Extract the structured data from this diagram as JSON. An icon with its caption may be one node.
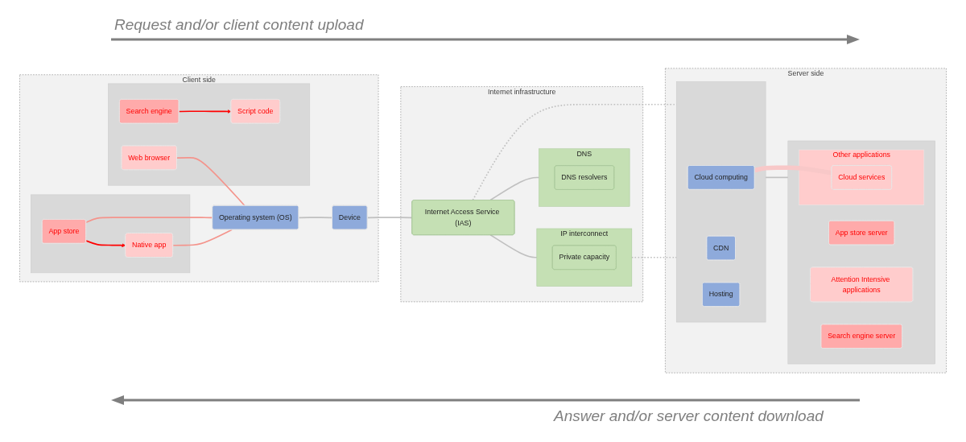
{
  "diagram": {
    "nodes": [
      {
        "text": [
          "Client side"
        ]
      },
      {
        "text": [],
        "shape": "box",
        "in": 0
      },
      {
        "text": [
          "App store"
        ],
        "in": 1
      },
      {
        "text": [
          "Native app"
        ],
        "in": 1
      },
      {
        "text": [],
        "shape": "box",
        "in": 0
      },
      {
        "text": [
          "Script code"
        ],
        "in": 4
      },
      {
        "text": [
          "Search engine"
        ],
        "in": 4
      },
      {
        "text": [
          "Web browser"
        ],
        "in": 4
      },
      {
        "text": [
          "Operating system (OS)"
        ],
        "in": 0
      },
      {
        "text": [
          "Device"
        ],
        "in": 0
      },
      {
        "text": [
          "Internet infrastructure"
        ]
      },
      {
        "text": [
          "DNS"
        ],
        "in": 10
      },
      {
        "text": [
          "DNS resolvers"
        ],
        "in": 11
      },
      {
        "text": [
          "Internet Access Service (IAS)"
        ],
        "in": 10
      },
      {
        "text": [
          "IP interconnect"
        ],
        "in": 10
      },
      {
        "text": [
          "Private capacity"
        ],
        "in": 14
      },
      {
        "text": [
          "Server side"
        ]
      },
      {
        "text": [],
        "shape": "box",
        "in": 16
      },
      {
        "text": [
          "Cloud computing"
        ],
        "in": 17
      },
      {
        "text": [
          "CDN"
        ],
        "in": 17
      },
      {
        "text": [
          "Hosting"
        ],
        "in": 17
      },
      {
        "text": [],
        "shape": "box",
        "in": 16
      },
      {
        "text": [
          "App store server"
        ],
        "in": 21
      },
      {
        "text": [
          "Other applications"
        ],
        "in": 21
      },
      {
        "text": [
          "Cloud services"
        ],
        "in": 23
      },
      {
        "text": [
          "Attention Intensive applications"
        ],
        "in": 21
      },
      {
        "text": [
          "Search engine server"
        ],
        "in": 21
      }
    ],
    "edges": [
      {
        "from": 2,
        "to": 3,
        "arrow": "to",
        "color": "#ff0000"
      },
      {
        "from": 6,
        "to": 5,
        "arrow": "to",
        "color": "#ff0000"
      },
      {
        "from": 2,
        "to": 8,
        "arrow": "none",
        "color": "#f4948c"
      },
      {
        "from": 3,
        "to": 8,
        "arrow": "none",
        "color": "#f4948c"
      },
      {
        "from": 7,
        "to": 8,
        "arrow": "none",
        "color": "#f4948c"
      },
      {
        "from": 8,
        "to": 9,
        "arrow": "none"
      },
      {
        "from": 9,
        "to": 13,
        "arrow": "none"
      },
      {
        "from": 13,
        "to": 11,
        "arrow": "none"
      },
      {
        "from": 13,
        "to": 14,
        "arrow": "none"
      },
      {
        "from": 13,
        "to": 17,
        "arrow": "none",
        "style": "dashed"
      },
      {
        "from": 14,
        "to": 17,
        "arrow": "none",
        "style": "dashed"
      },
      {
        "from": 17,
        "to": 21,
        "arrow": "none"
      },
      {
        "from": 18,
        "to": 24,
        "arrow": "none",
        "style": "thick",
        "color": "#f8c8c8"
      }
    ],
    "labels": [
      "Request and/or client content upload",
      "Answer and/or server content download"
    ]
  }
}
